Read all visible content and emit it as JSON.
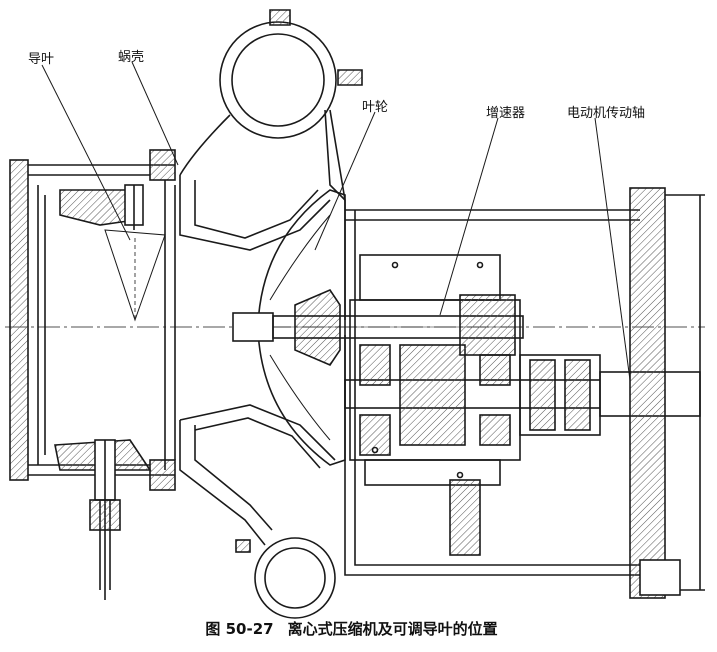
{
  "labels": {
    "guide_vane": "导叶",
    "volute": "蜗壳",
    "impeller": "叶轮",
    "gearbox": "增速器",
    "motor_shaft": "电动机传动轴"
  },
  "caption": {
    "figure_number": "图 50-27",
    "title": "离心式压缩机及可调导叶的位置"
  },
  "colors": {
    "line": "#1a1a1a",
    "hatch": "#555555",
    "background": "#ffffff"
  }
}
